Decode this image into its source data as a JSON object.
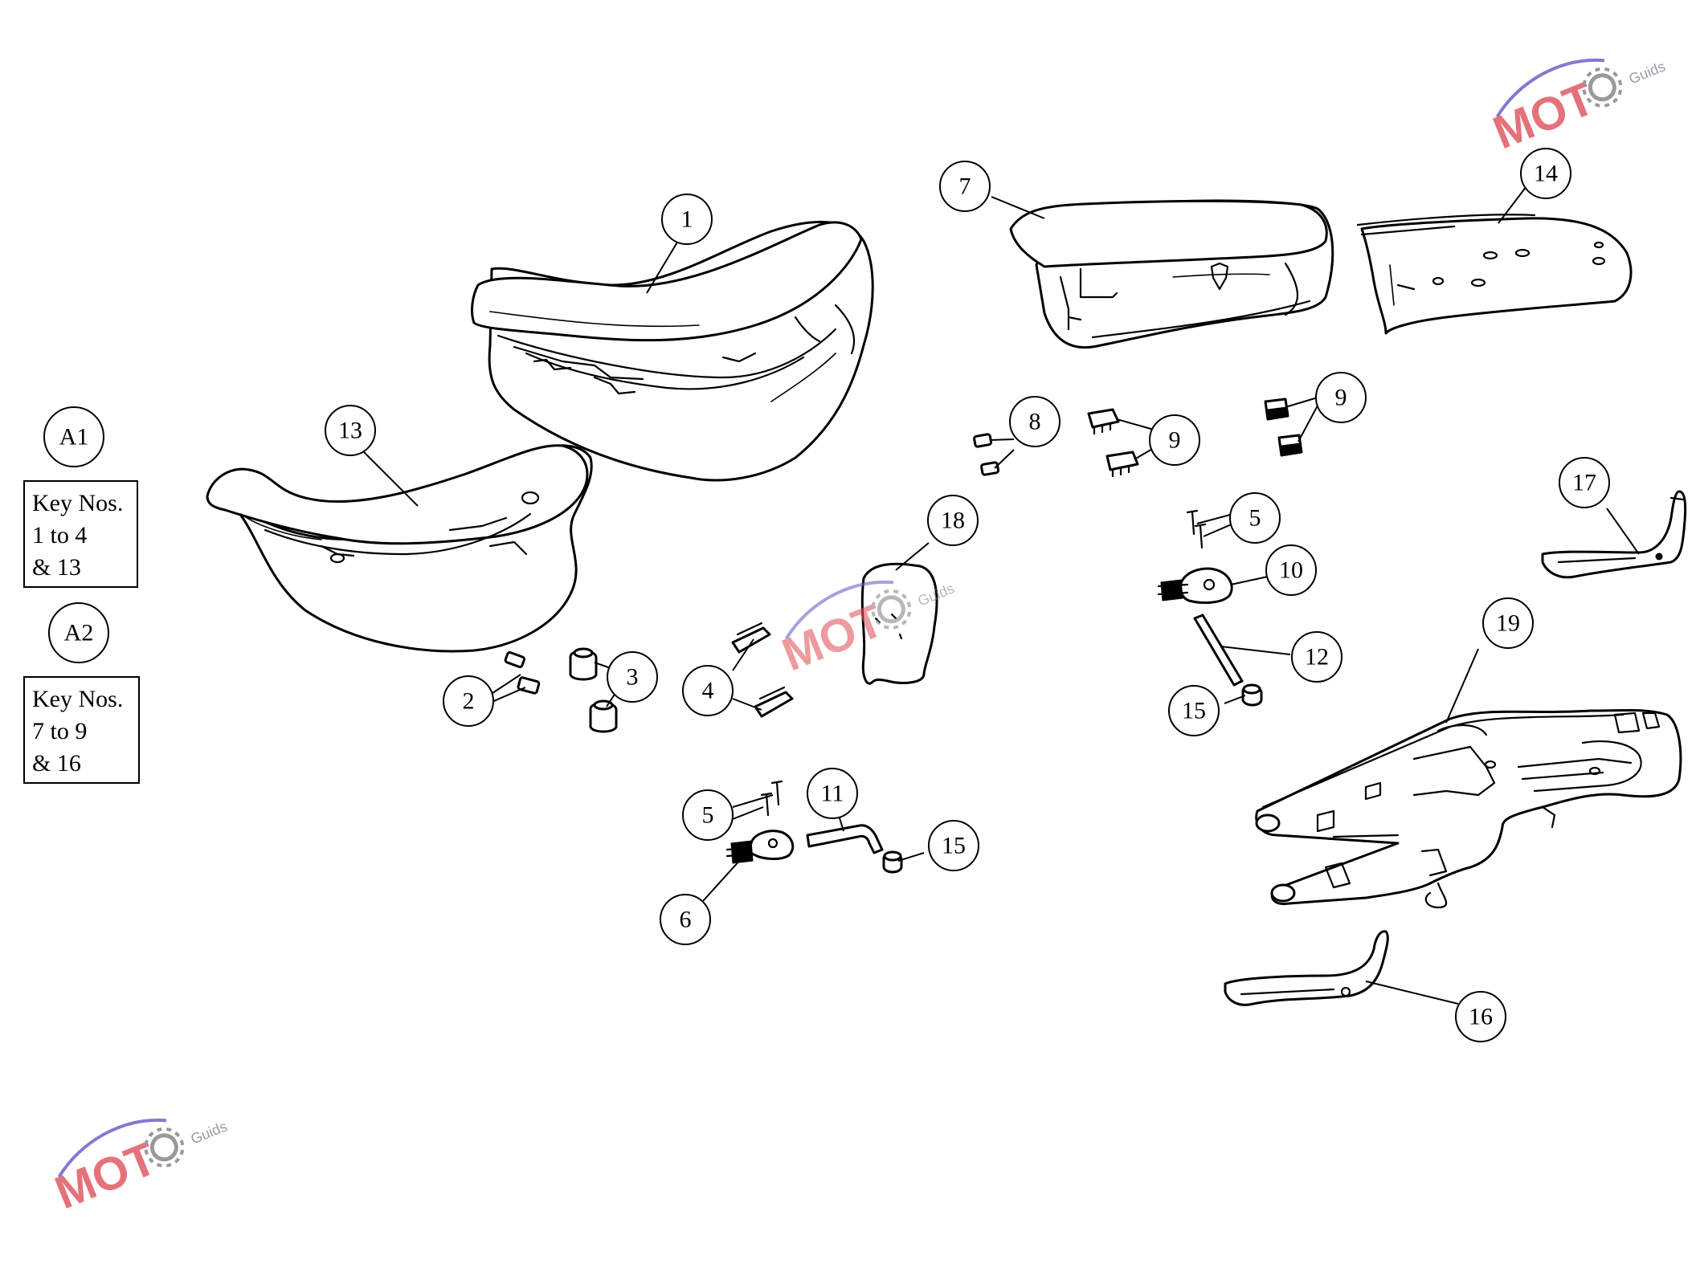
{
  "callouts": [
    {
      "id": "c1",
      "label": "1"
    },
    {
      "id": "c2",
      "label": "2"
    },
    {
      "id": "c3",
      "label": "3"
    },
    {
      "id": "c4",
      "label": "4"
    },
    {
      "id": "c5a",
      "label": "5"
    },
    {
      "id": "c5b",
      "label": "5"
    },
    {
      "id": "c6",
      "label": "6"
    },
    {
      "id": "c7",
      "label": "7"
    },
    {
      "id": "c8",
      "label": "8"
    },
    {
      "id": "c9a",
      "label": "9"
    },
    {
      "id": "c9b",
      "label": "9"
    },
    {
      "id": "c10",
      "label": "10"
    },
    {
      "id": "c11",
      "label": "11"
    },
    {
      "id": "c12",
      "label": "12"
    },
    {
      "id": "c13",
      "label": "13"
    },
    {
      "id": "c14",
      "label": "14"
    },
    {
      "id": "c15a",
      "label": "15"
    },
    {
      "id": "c15b",
      "label": "15"
    },
    {
      "id": "c16",
      "label": "16"
    },
    {
      "id": "c17",
      "label": "17"
    },
    {
      "id": "c18",
      "label": "18"
    },
    {
      "id": "c19",
      "label": "19"
    }
  ],
  "assemblies": [
    {
      "label": "A1",
      "key_lines": [
        "Key Nos.",
        "1 to 4",
        "& 13"
      ]
    },
    {
      "label": "A2",
      "key_lines": [
        "Key Nos.",
        "7 to 9",
        "& 16"
      ]
    }
  ],
  "watermark": {
    "brand": "MOT",
    "sub": "Guids",
    "brand_color": "#e05a64",
    "icon": "gear-icon"
  }
}
